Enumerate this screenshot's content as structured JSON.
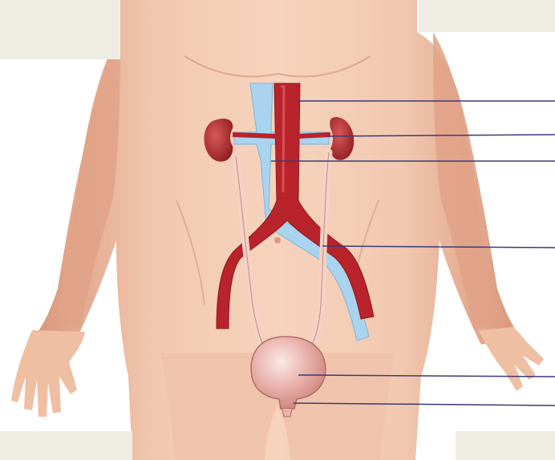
{
  "colors": {
    "background": "#ffffff",
    "skin_light": "#f2c9b1",
    "skin_mid": "#e2a58a",
    "skin_shadow": "#c9836a",
    "artery": "#b8232c",
    "artery_highlight": "#e05a5e",
    "vein": "#a9d3ee",
    "vein_highlight": "#e6f4fc",
    "kidney": "#b32a2b",
    "ureter": "#f4d2c6",
    "bladder": "#e9b3ac",
    "leader_line": "#3a3a78",
    "label_mask": "#efede3"
  },
  "diagram": {
    "subject": "urinary-system-anatomy",
    "leader_lines": [
      {
        "id": "aorta-line"
      },
      {
        "id": "kidney-line"
      },
      {
        "id": "vena-cava-line"
      },
      {
        "id": "ureter-line"
      },
      {
        "id": "bladder-line"
      },
      {
        "id": "urethra-line"
      }
    ],
    "label_masks": [
      {
        "id": "top-left-mask"
      },
      {
        "id": "top-right-mask"
      },
      {
        "id": "bottom-left-mask"
      },
      {
        "id": "bottom-right-mask"
      }
    ]
  }
}
